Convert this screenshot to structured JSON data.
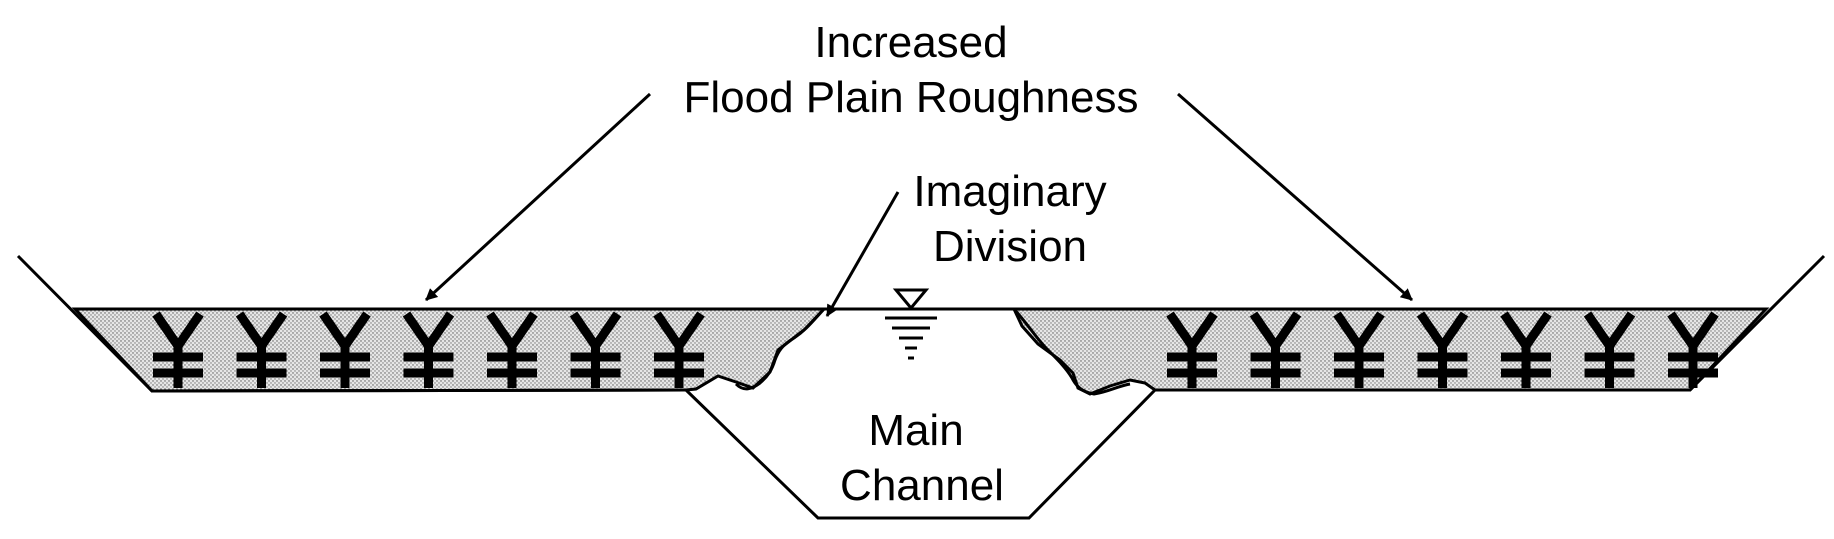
{
  "labels": {
    "increased_line1": "Increased",
    "increased_line2": "Flood Plain Roughness",
    "imaginary_line1": "Imaginary",
    "imaginary_line2": "Division",
    "main_line1": "Main",
    "main_line2": "Channel"
  },
  "trees": {
    "left_count": 7,
    "right_count": 7
  },
  "colors": {
    "line": "#000000",
    "fill_stipple": "#d4d4d4",
    "background": "#ffffff"
  }
}
